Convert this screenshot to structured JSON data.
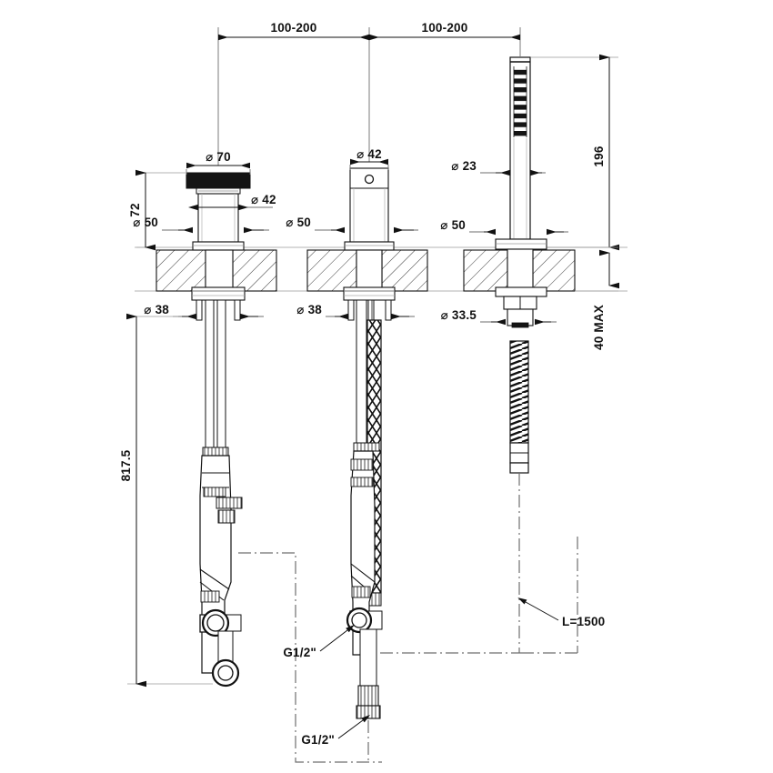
{
  "drawing": {
    "title": "Bath/shower deck-mounted tap set installation drawing",
    "units": "mm",
    "line_color": "#1a1a1a",
    "thin_line_color": "#7a7a7a",
    "hatch_color": "#4a4a4a",
    "fill_dark": "#111111"
  },
  "dimensions": {
    "spacing_left": "100-200",
    "spacing_right": "100-200",
    "spout_cap_dia": "⌀ 70",
    "spout_body_dia": "⌀ 42",
    "spout_flange_dia": "⌀ 50",
    "spout_shank_dia": "⌀ 38",
    "handle_body_dia": "⌀ 42",
    "handle_flange_dia": "⌀ 50",
    "handle_shank_dia": "⌀ 38",
    "shower_wand_dia": "⌀ 23",
    "shower_flange_dia": "⌀ 50",
    "shower_shank_dia": "⌀ 33.5",
    "height_above_deck": "72",
    "total_length": "817.5",
    "wand_length": "196",
    "deck_thickness_max": "40 MAX"
  },
  "callouts": {
    "inlet_upper": "G1/2\"",
    "inlet_lower": "G1/2\"",
    "hose_length": "L=1500"
  }
}
